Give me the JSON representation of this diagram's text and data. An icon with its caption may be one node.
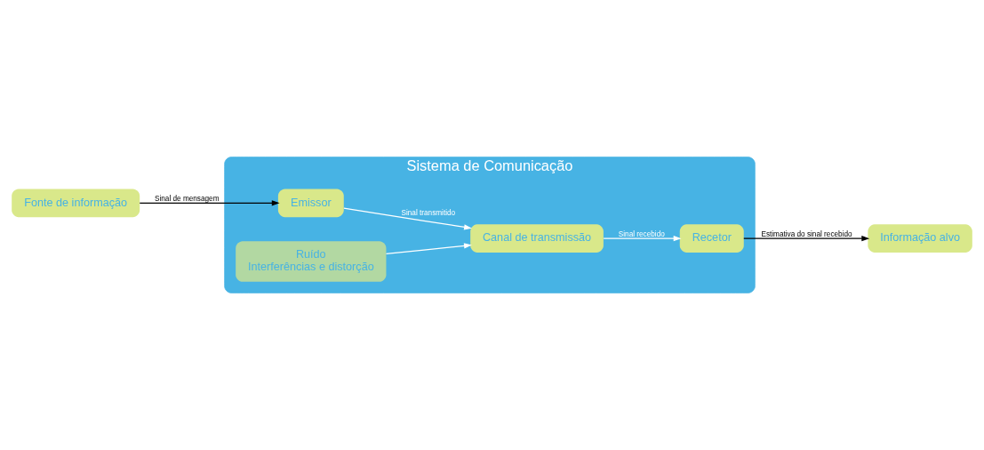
{
  "diagram": {
    "nodes": [
      {
        "text": [
          "Sistema de Comunicação"
        ]
      },
      {
        "text": [
          "Fonte de informação"
        ]
      },
      {
        "text": [
          "Emissor"
        ],
        "in": 0
      },
      {
        "text": [
          "Recetor"
        ],
        "in": 0
      },
      {
        "text": [
          "Informação alvo"
        ]
      },
      {
        "text": [
          "Canal de transmissão"
        ],
        "in": 0
      },
      {
        "text": [
          "Ruído",
          "Interferências e distorção"
        ],
        "in": 0
      }
    ],
    "edges": [
      {
        "from": 1,
        "to": 2,
        "arrow": "to",
        "label": "Sinal de mensagem",
        "color": "#000000"
      },
      {
        "from": 2,
        "to": 5,
        "arrow": "to",
        "label": "Sinal transmitido",
        "color": "#ffffff"
      },
      {
        "from": 5,
        "to": 3,
        "arrow": "to",
        "label": "Sinal recebido",
        "color": "#ffffff"
      },
      {
        "from": 6,
        "to": 5,
        "arrow": "to",
        "color": "#ffffff"
      },
      {
        "from": 3,
        "to": 4,
        "arrow": "to",
        "label": "Estimativa do sinal recebido",
        "color": "#000000"
      }
    ]
  }
}
